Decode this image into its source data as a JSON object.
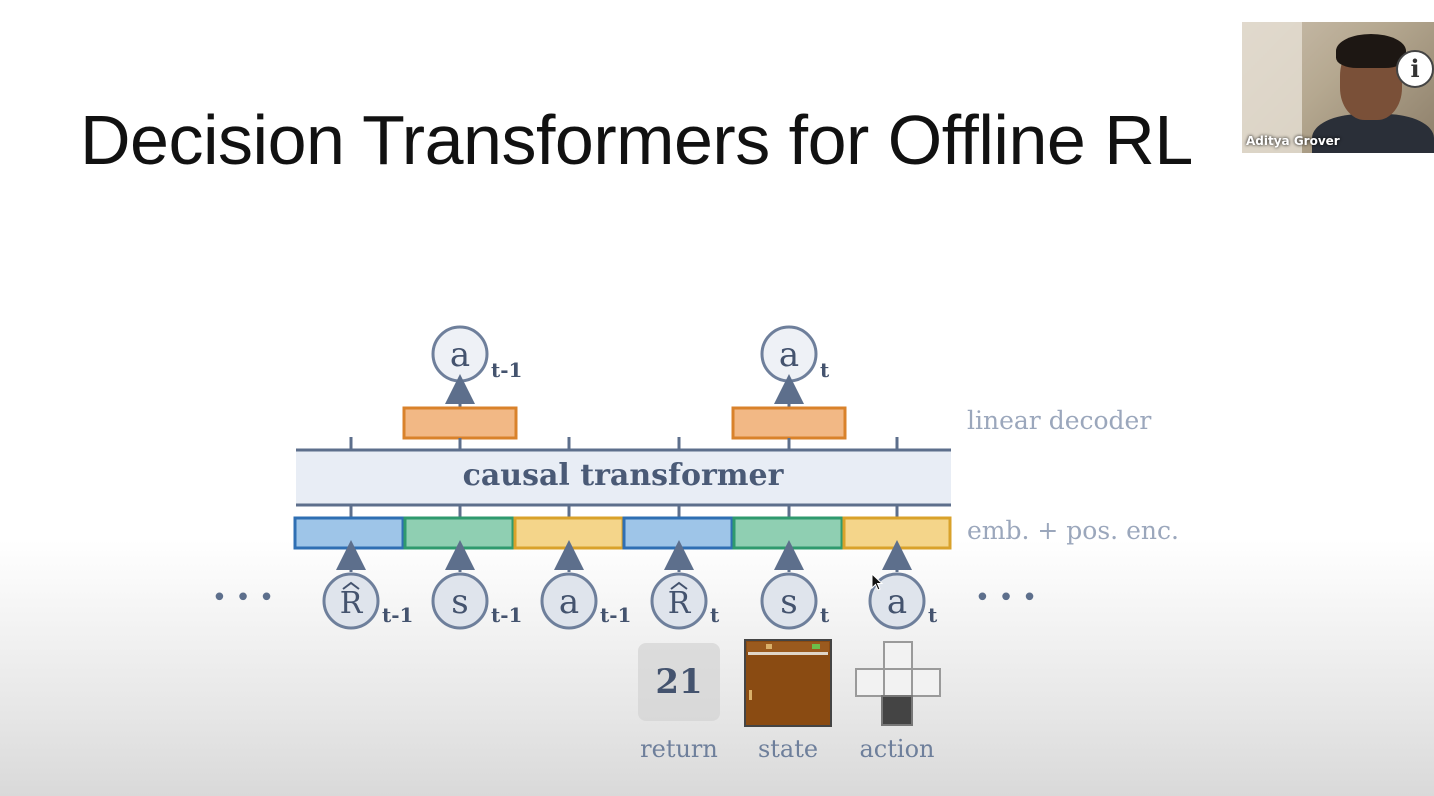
{
  "slide": {
    "title": "Decision Transformers for Offline RL"
  },
  "diagram": {
    "outputs": [
      {
        "symbol": "a",
        "subscript": "t-1"
      },
      {
        "symbol": "a",
        "subscript": "t"
      }
    ],
    "decoder_label": "linear decoder",
    "transformer_label": "causal transformer",
    "embedding_label": "emb. + pos. enc.",
    "ellipsis": "• • •",
    "inputs": [
      {
        "symbol": "R",
        "subscript": "t-1",
        "hat": true
      },
      {
        "symbol": "s",
        "subscript": "t-1"
      },
      {
        "symbol": "a",
        "subscript": "t-1"
      },
      {
        "symbol": "R",
        "subscript": "t",
        "hat": true
      },
      {
        "symbol": "s",
        "subscript": "t"
      },
      {
        "symbol": "a",
        "subscript": "t"
      }
    ],
    "legend": {
      "return_value": "21",
      "return_label": "return",
      "state_label": "state",
      "action_label": "action"
    },
    "colors": {
      "return_token": "#9ec5e8",
      "state_token": "#8fcfb2",
      "action_token": "#f4d58a",
      "decoder": "#f2b885",
      "decoder_border": "#d9822b",
      "line": "#5d6f8c"
    }
  },
  "webcam": {
    "name": "Aditya Grover"
  },
  "info_icon": "i"
}
